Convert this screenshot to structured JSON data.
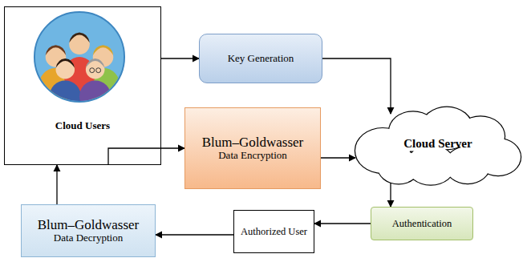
{
  "diagram": {
    "nodes": [
      {
        "text": [
          "Cloud Users"
        ]
      },
      {
        "text": [
          "Key Generation"
        ]
      },
      {
        "text": [
          "Blum–Goldwasser",
          "Data Encryption"
        ]
      },
      {
        "text": [
          "Cloud Server"
        ]
      },
      {
        "text": [
          "Authentication"
        ]
      },
      {
        "text": [
          "Authorized User"
        ]
      },
      {
        "text": [
          "Blum–Goldwasser",
          "Data Decryption"
        ]
      }
    ],
    "edges": [
      {
        "from": 0,
        "to": 1,
        "arrow": "to"
      },
      {
        "from": 1,
        "to": 3,
        "arrow": "to"
      },
      {
        "from": 0,
        "to": 2,
        "arrow": "to"
      },
      {
        "from": 2,
        "to": 3,
        "arrow": "to"
      },
      {
        "from": 3,
        "to": 4,
        "arrow": "to"
      },
      {
        "from": 4,
        "to": 5,
        "arrow": "to"
      },
      {
        "from": 5,
        "to": 6,
        "arrow": "to"
      },
      {
        "from": 6,
        "to": 0,
        "arrow": "to"
      }
    ]
  }
}
